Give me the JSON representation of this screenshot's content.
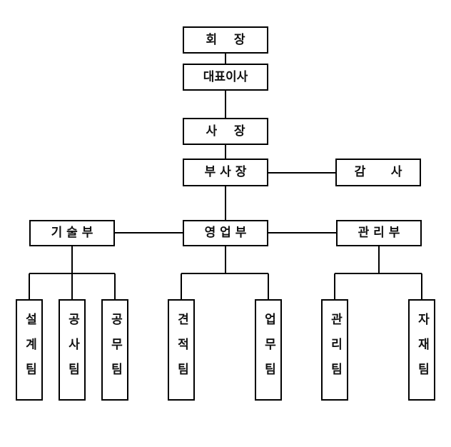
{
  "org_chart": {
    "nodes": {
      "chairman": "회    장",
      "ceo": "대표이사",
      "president": "사    장",
      "vice_president": "부 사 장",
      "auditor": "감      사",
      "tech_dept": "기 술 부",
      "sales_dept": "영 업 부",
      "mgmt_dept": "관 리 부",
      "design_team": "설계팀",
      "construction_team": "공사팀",
      "works_team": "공무팀",
      "estimate_team": "견적팀",
      "business_team": "업무팀",
      "admin_team": "관리팀",
      "materials_team": "자재팀"
    }
  }
}
